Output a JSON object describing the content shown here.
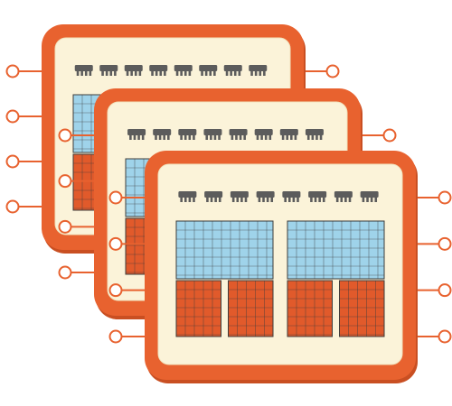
{
  "illustration": {
    "chip_count": 3,
    "slots_per_chip": 8,
    "pins_per_side": 4,
    "blue_blocks": 2,
    "orange_blocks": 4
  },
  "colors": {
    "frame": "#e8622f",
    "frame_shadow": "#c94f22",
    "board": "#fbf3d9",
    "board_edge": "#f0e3bd",
    "slot": "#5c5c5c",
    "memory_blue": "#9fd3ea",
    "core_orange": "#e15a2b",
    "grid_line": "#3c3c3c",
    "pin": "#e8622f"
  },
  "icons": {
    "chip": "chip-icon",
    "slot": "slot-icon",
    "pin": "pin-icon"
  }
}
